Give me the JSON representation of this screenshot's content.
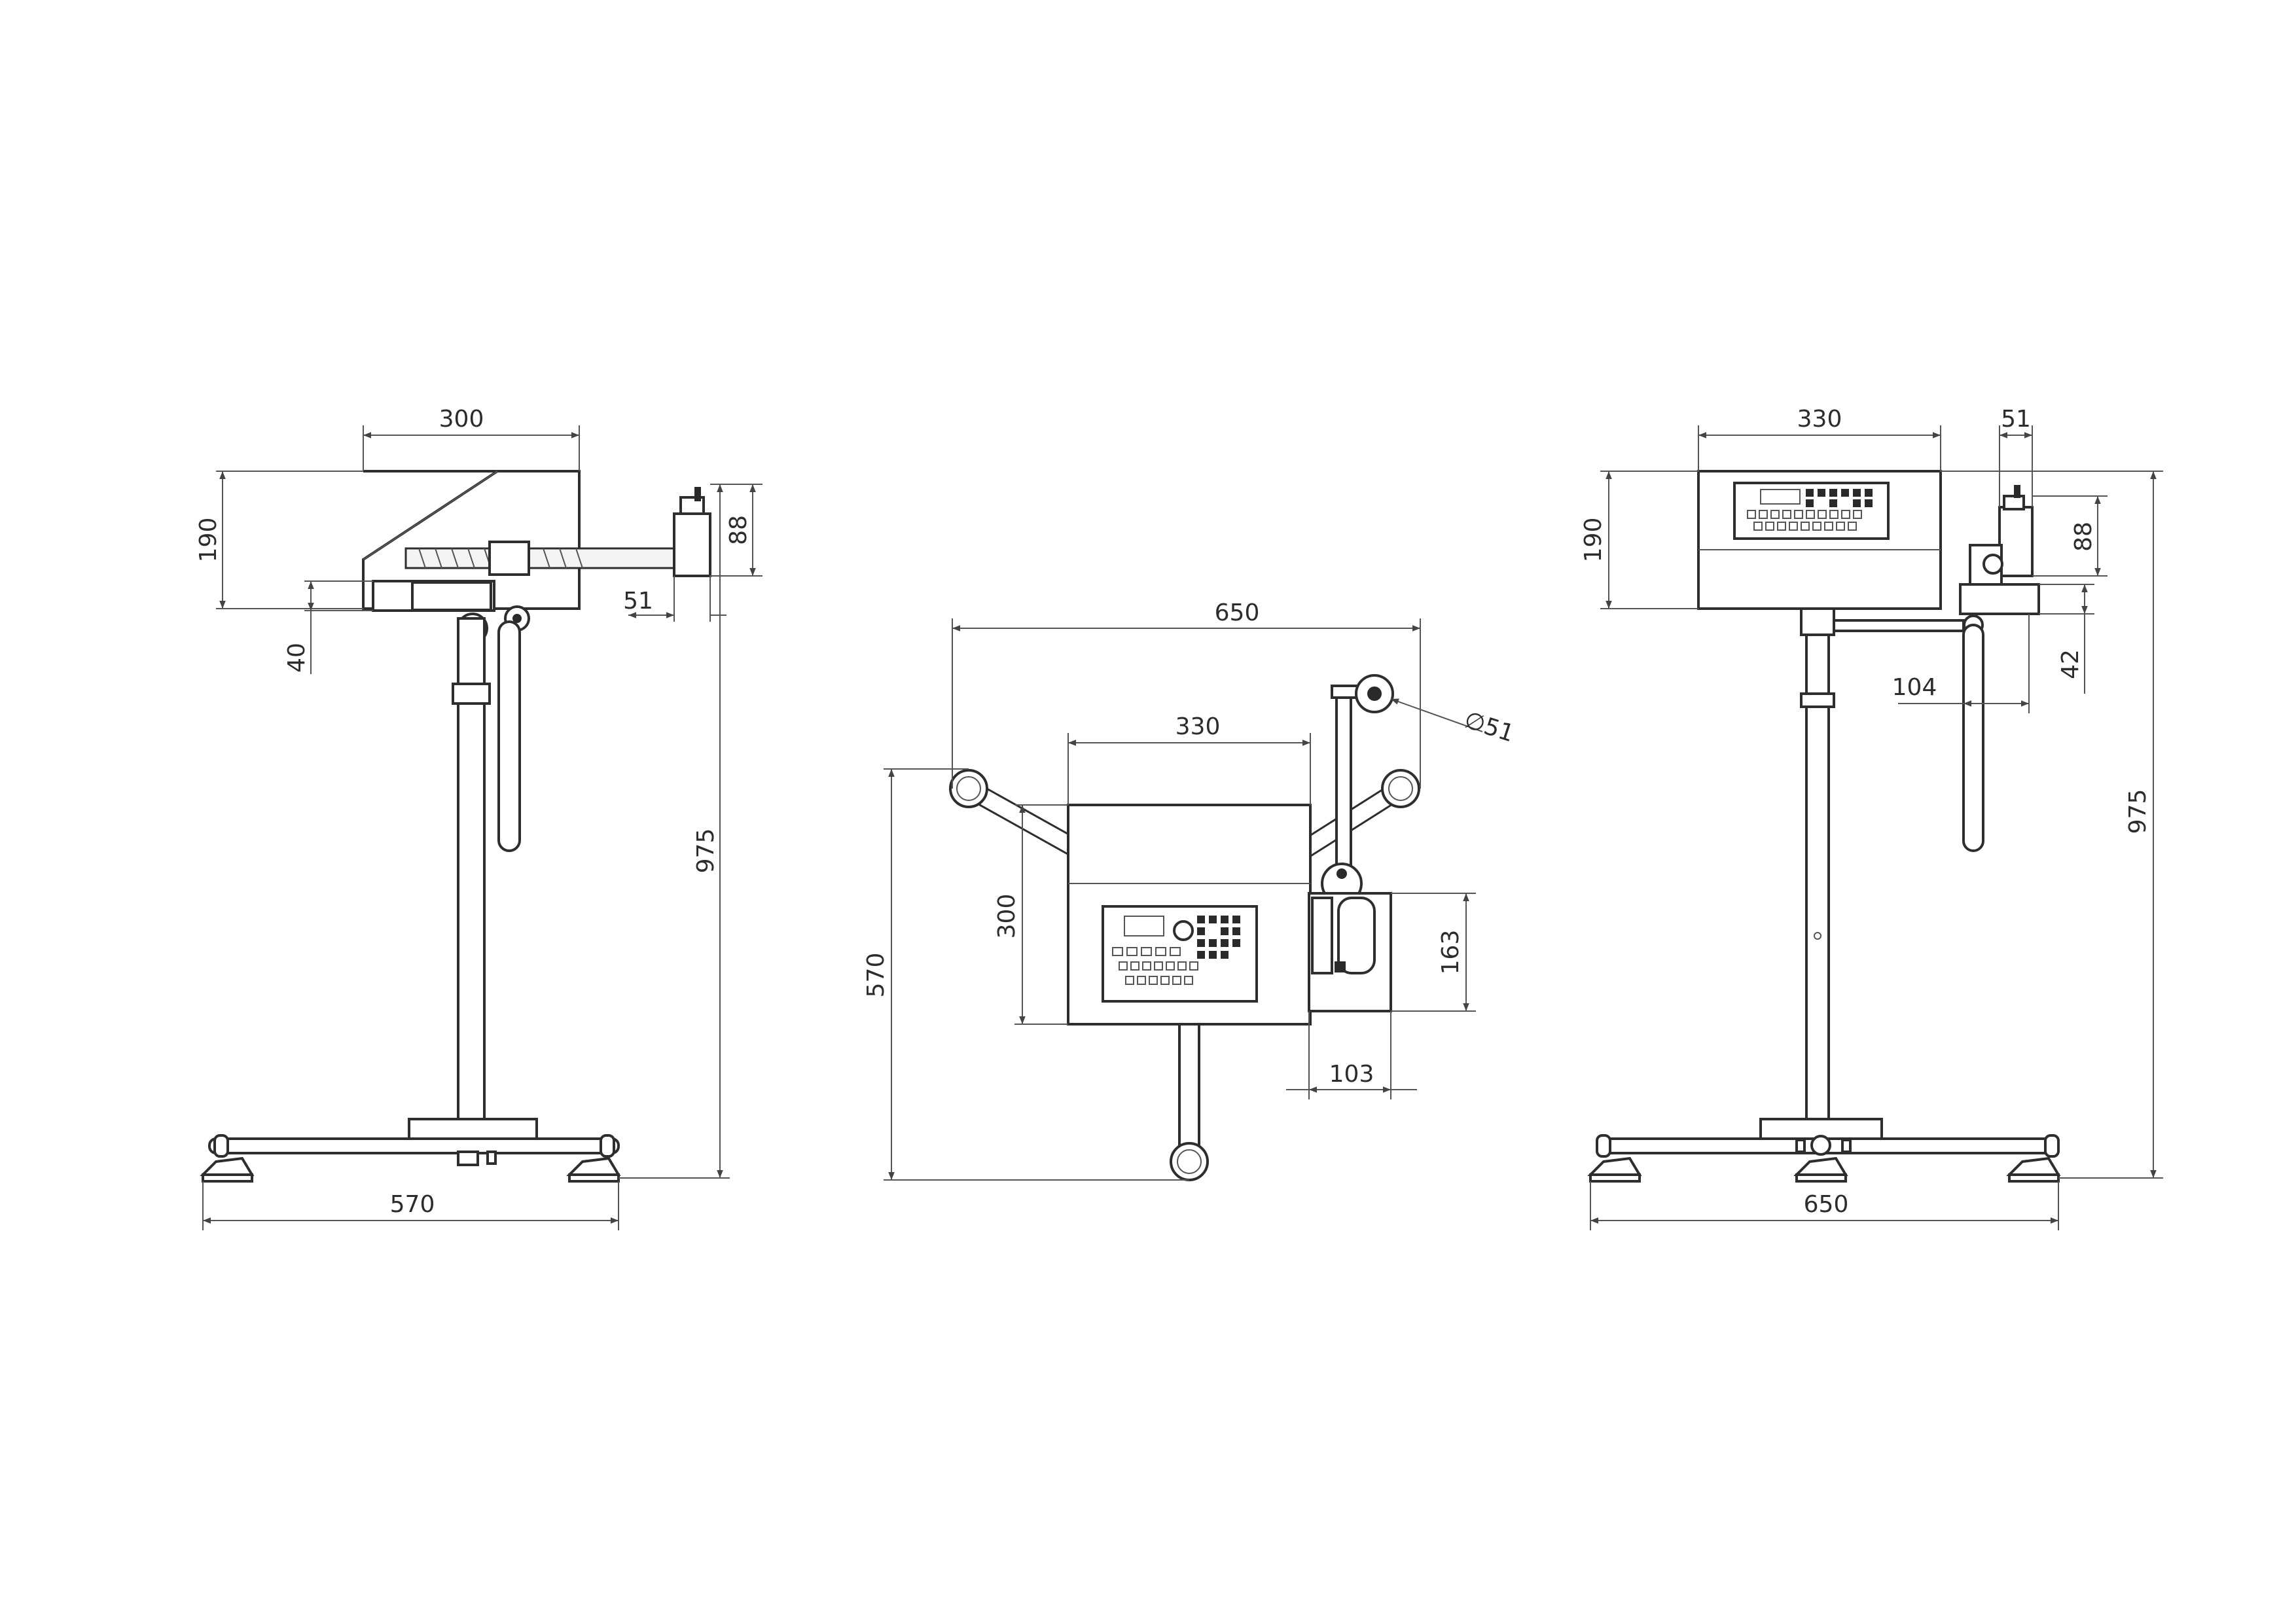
{
  "views": {
    "side_left": {
      "width_top": "300",
      "height_head": "190",
      "sensor_height": "88",
      "arm_offset": "51",
      "bracket_height": "40",
      "total_height": "975",
      "base_width": "570"
    },
    "top": {
      "overall_width": "650",
      "controller_width": "330",
      "sensor_diameter": "∅51",
      "overall_depth": "570",
      "controller_depth": "300",
      "box_height": "163",
      "box_width": "103"
    },
    "front_right": {
      "controller_width": "330",
      "sensor_offset": "51",
      "height_head": "190",
      "sensor_height": "88",
      "bracket_height": "42",
      "arm_offset": "104",
      "total_height": "975",
      "base_width": "650"
    }
  },
  "colors": {
    "line": "#2e2e2e",
    "dimension": "#555555",
    "text": "#2c2c2c",
    "background": "#ffffff"
  }
}
